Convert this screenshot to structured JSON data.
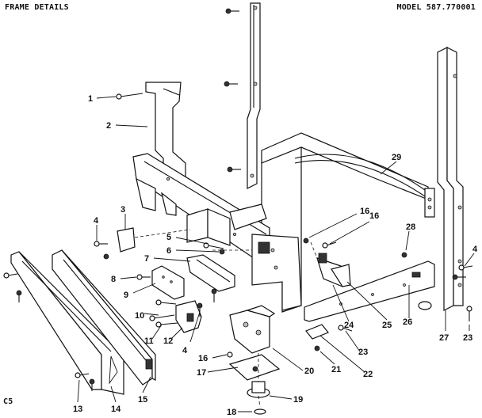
{
  "header": {
    "title": "FRAME DETAILS",
    "model": "MODEL 587.770001"
  },
  "footer": {
    "code": "C5"
  },
  "callouts": [
    "1",
    "2",
    "3",
    "4",
    "5",
    "6",
    "7",
    "8",
    "9",
    "10",
    "11",
    "12",
    "4",
    "16",
    "28",
    "4",
    "29",
    "13",
    "14",
    "15",
    "16",
    "17",
    "18",
    "19",
    "20",
    "21",
    "22",
    "23",
    "24",
    "25",
    "26",
    "27",
    "23"
  ]
}
